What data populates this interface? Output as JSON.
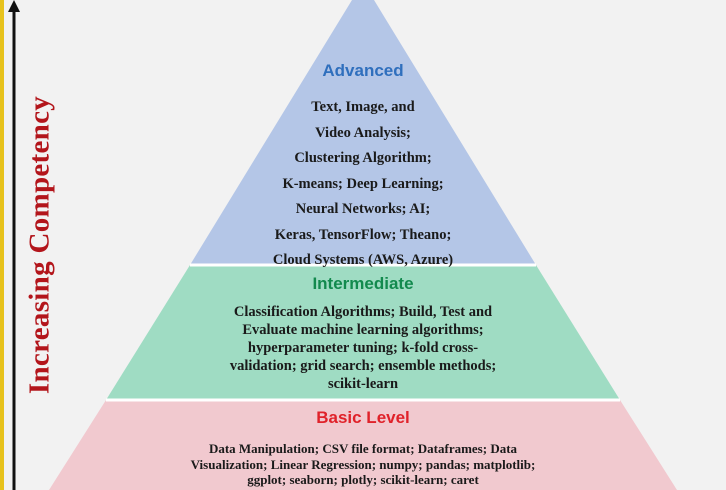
{
  "axis_label": "Increasing Competency",
  "levels": {
    "advanced": {
      "heading": "Advanced",
      "lines": [
        "Text, Image, and",
        "Video Analysis;",
        "Clustering Algorithm;",
        "K-means; Deep Learning;",
        "Neural Networks; AI;",
        "Keras, TensorFlow; Theano;",
        "Cloud Systems (AWS, Azure)"
      ]
    },
    "intermediate": {
      "heading": "Intermediate",
      "lines": [
        "Classification Algorithms; Build, Test and",
        "Evaluate machine learning algorithms;",
        "hyperparameter tuning; k-fold cross-",
        "validation; grid search; ensemble methods;",
        "scikit-learn"
      ]
    },
    "basic": {
      "heading": "Basic Level",
      "lines": [
        "Data Manipulation; CSV file format; Dataframes; Data",
        "Visualization; Linear Regression; numpy; pandas; matplotlib;",
        "ggplot; seaborn; plotly; scikit-learn; caret"
      ]
    }
  },
  "colors": {
    "advanced_fill": "#b4c6e7",
    "intermediate_fill": "#9fdcc3",
    "basic_fill": "#f1c9cf",
    "advanced_heading": "#2f6fbd",
    "intermediate_heading": "#138a4e",
    "basic_heading": "#e0222a",
    "axis_label": "#b3151b"
  }
}
